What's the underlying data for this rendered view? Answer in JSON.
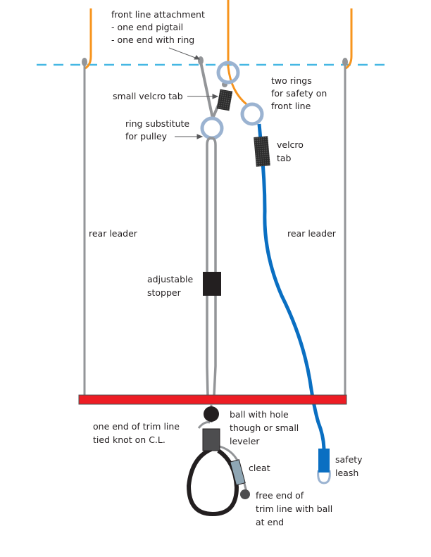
{
  "diagram": {
    "title": "Kite control bar trim and safety rigging",
    "colors": {
      "front_line": "#f7941d",
      "safety_line": "#0a6fc2",
      "leader": "#939598",
      "ring": "#9bb3d1",
      "bar": "#ed1c24",
      "velcro": "#2b2b2b",
      "stopper": "#231f20",
      "cleat": "#8fa6b4",
      "dashed_reference": "#45b7e3",
      "loop": "#231f20",
      "text": "#231f20"
    },
    "labels": {
      "front_line_attachment": [
        "front line attachment",
        "- one end pigtail",
        "- one end with ring"
      ],
      "two_rings": [
        "two rings",
        "for safety on",
        "front line"
      ],
      "small_velcro_tab": [
        "small velcro tab"
      ],
      "ring_substitute": [
        "ring substitute",
        "for pulley"
      ],
      "velcro_tab": [
        "velcro",
        "tab"
      ],
      "rear_leader_left": [
        "rear leader"
      ],
      "rear_leader_right": [
        "rear leader"
      ],
      "adjustable_stopper": [
        "adjustable",
        "stopper"
      ],
      "ball_with_hole": [
        "ball with hole",
        "though or small",
        "leveler"
      ],
      "trim_line_knot": [
        "one end of trim line",
        "tied knot on C.L."
      ],
      "cleat": [
        "cleat"
      ],
      "free_end": [
        "free end of",
        "trim line with ball",
        "at end"
      ],
      "safety_leash": [
        "safety",
        "leash"
      ]
    }
  }
}
